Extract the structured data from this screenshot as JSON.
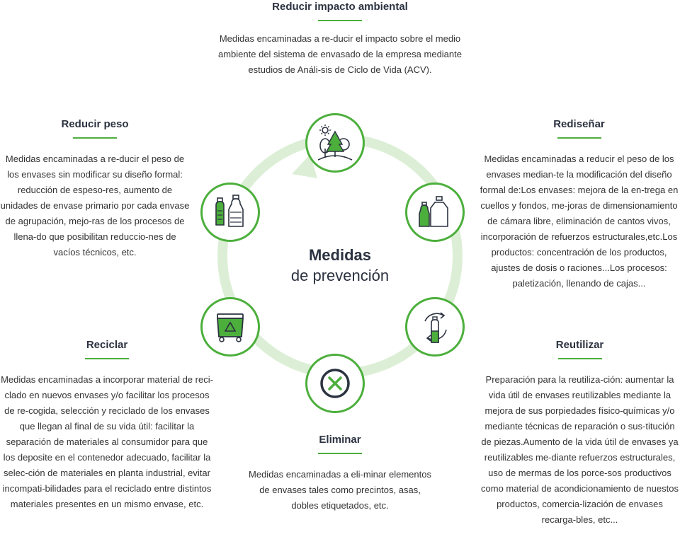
{
  "colors": {
    "accent": "#4caf3c",
    "ring": "#dcefd6",
    "heading": "#2b3240",
    "text": "#333333"
  },
  "center": {
    "title": "Medidas",
    "subtitle": "de prevención"
  },
  "sections": {
    "reducir_impacto": {
      "title": "Reducir impacto ambiental",
      "text": "Medidas encaminadas a re-ducir el impacto sobre el medio ambiente del sistema de envasado de la empresa mediante estudios de Análi-sis de Ciclo de Vida (ACV).",
      "icon": "forest-sun-icon"
    },
    "reducir_peso": {
      "title": "Reducir peso",
      "text": "Medidas encaminadas a re-ducir el peso de los envases sin modificar su diseño formal: reducción de espeso-res, aumento de unidades de envase primario por cada envase de agrupación, mejo-ras de los procesos de llena-do que posibilitan reduccio-nes de vacíos técnicos, etc.",
      "icon": "bottles-icon"
    },
    "redisenar": {
      "title": "Rediseñar",
      "text": "Medidas encaminadas a reducir el peso de los envases median-te la modificación del diseño formal de:Los envases: mejora de la en-trega en cuellos y fondos, me-joras de dimensionamiento de cámara libre, eliminación de cantos vivos, incorporación de refuerzos estructurales,etc.Los productos: concentración de los productos, ajustes de dosis o raciones...Los procesos: paletización, llenando de cajas...",
      "icon": "jug-bottle-icon"
    },
    "reciclar": {
      "title": "Reciclar",
      "text": "Medidas encaminadas a incorporar material de reci-clado en nuevos envases y/o facilitar los procesos de re-cogida, selección y reciclado de los envases que llegan al final de su vida útil: facilitar la separación de materiales al consumidor para que los deposite en el contenedor adecuado, facilitar la selec-ción de materiales en planta industrial, evitar incompati-bilidades para el reciclado entre distintos materiales presentes en un mismo envase, etc.",
      "icon": "recycle-bin-icon"
    },
    "reutilizar": {
      "title": "Reutilizar",
      "text": "Preparación para la reutiliza-ción: aumentar la vida útil de envases reutilizables mediante la mejora de sus porpiedades físico-químicas y/o mediante técnicas de reparación o sus-titución de piezas.Aumento de la vida útil de envases ya reutilizables me-diante refuerzos estructurales, uso de mermas de los porce-sos productivos como material de acondicionamiento de nuestos productos, comercia-lización de envases recarga-bles, etc...",
      "icon": "reuse-bottle-icon"
    },
    "eliminar": {
      "title": "Eliminar",
      "text": "Medidas encaminadas a eli-minar elementos de envases tales como precintos, asas, dobles etiquetados, etc.",
      "icon": "x-circle-icon"
    }
  }
}
